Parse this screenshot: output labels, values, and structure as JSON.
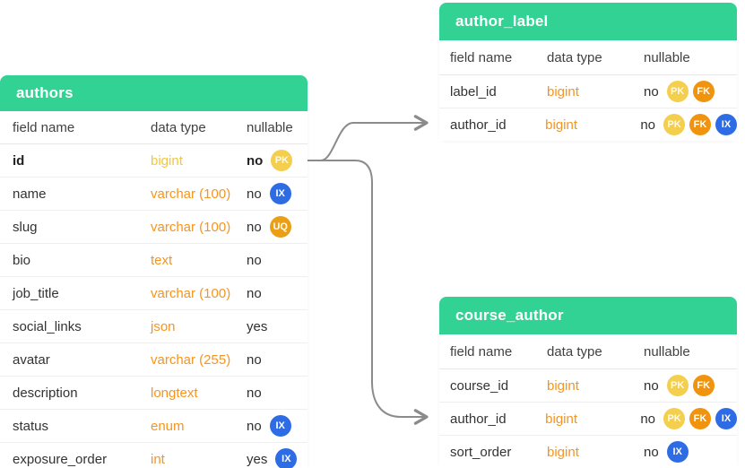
{
  "diagram": {
    "accent_green": "#31d294",
    "type_color": "#f7941e",
    "pk_row_type_color": "#f2c63f",
    "connector_color": "#8b8b8b"
  },
  "badge_colors": {
    "PK": "#f3cf4d",
    "FK": "#f0940f",
    "IX": "#2d6ce5",
    "UQ": "#eb9f17"
  },
  "column_headers": [
    "field name",
    "data type",
    "nullable"
  ],
  "tables": [
    {
      "id": "authors",
      "title": "authors",
      "rows": [
        {
          "field": "id",
          "type": "bigint",
          "nullable": "no",
          "badges": [
            "PK"
          ],
          "emphasis": true
        },
        {
          "field": "name",
          "type": "varchar (100)",
          "nullable": "no",
          "badges": [
            "IX"
          ]
        },
        {
          "field": "slug",
          "type": "varchar (100)",
          "nullable": "no",
          "badges": [
            "UQ"
          ]
        },
        {
          "field": "bio",
          "type": "text",
          "nullable": "no",
          "badges": []
        },
        {
          "field": "job_title",
          "type": "varchar (100)",
          "nullable": "no",
          "badges": []
        },
        {
          "field": "social_links",
          "type": "json",
          "nullable": "yes",
          "badges": []
        },
        {
          "field": "avatar",
          "type": "varchar (255)",
          "nullable": "no",
          "badges": []
        },
        {
          "field": "description",
          "type": "longtext",
          "nullable": "no",
          "badges": []
        },
        {
          "field": "status",
          "type": "enum",
          "nullable": "no",
          "badges": [
            "IX"
          ]
        },
        {
          "field": "exposure_order",
          "type": "int",
          "nullable": "yes",
          "badges": [
            "IX"
          ]
        }
      ]
    },
    {
      "id": "author_label",
      "title": "author_label",
      "rows": [
        {
          "field": "label_id",
          "type": "bigint",
          "nullable": "no",
          "badges": [
            "PK",
            "FK"
          ]
        },
        {
          "field": "author_id",
          "type": "bigint",
          "nullable": "no",
          "badges": [
            "PK",
            "FK",
            "IX"
          ]
        }
      ]
    },
    {
      "id": "course_author",
      "title": "course_author",
      "rows": [
        {
          "field": "course_id",
          "type": "bigint",
          "nullable": "no",
          "badges": [
            "PK",
            "FK"
          ]
        },
        {
          "field": "author_id",
          "type": "bigint",
          "nullable": "no",
          "badges": [
            "PK",
            "FK",
            "IX"
          ]
        },
        {
          "field": "sort_order",
          "type": "bigint",
          "nullable": "no",
          "badges": [
            "IX"
          ]
        }
      ]
    }
  ],
  "relations": [
    {
      "from": "authors.id",
      "to": "author_label.author_id"
    },
    {
      "from": "authors.id",
      "to": "course_author.author_id"
    }
  ]
}
